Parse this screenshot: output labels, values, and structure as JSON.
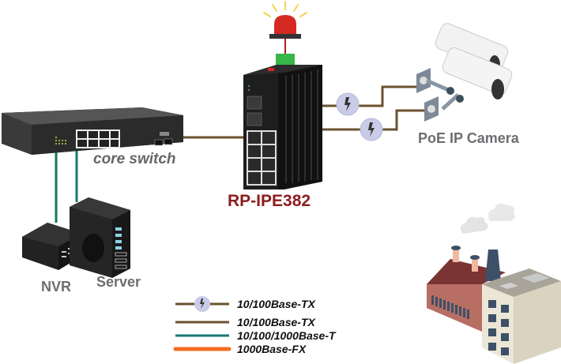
{
  "diagram": {
    "device_name": "RP-IPE382",
    "labels": {
      "core_switch": "core switch",
      "camera": "PoE IP Camera",
      "nvr": "NVR",
      "server": "Server"
    },
    "legend": [
      {
        "label": "10/100Base-TX",
        "style": "poe",
        "color": "#6b5230"
      },
      {
        "label": "10/100Base-TX",
        "style": "line",
        "color": "#6b5230"
      },
      {
        "label": "10/100/1000Base-T",
        "style": "line",
        "color": "#137a73"
      },
      {
        "label": "1000Base-FX",
        "style": "thick",
        "color": "#f26d21"
      }
    ],
    "colors": {
      "copper": "#6b5230",
      "gigabit": "#137a73",
      "fiber": "#f26d21",
      "device_label": "#8b1d1f"
    }
  }
}
